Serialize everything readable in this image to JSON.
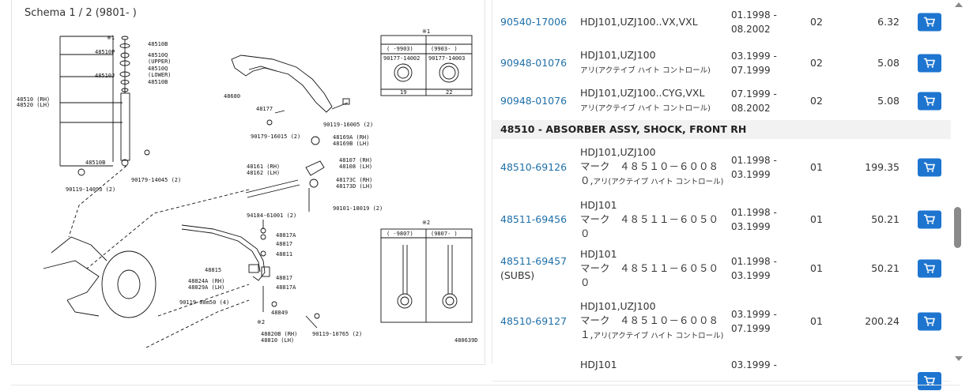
{
  "schema": {
    "title": "Schema 1 / 2 (9801- )",
    "labels": {
      "l48510b_top": "48510B",
      "l48510p": "48510P",
      "l48510q_up": "48510Q",
      "l_upper": "(UPPER)",
      "l48510q_low": "48510Q",
      "l48510j": "48510J",
      "l_lower": "(LOWER)",
      "l48510b_2": "48510B",
      "l48510_rh": "48510 (RH)",
      "l48520_lh": "48520 (LH)",
      "l48510b_bot": "48510B",
      "l90119_14093": "90119-14093 (2)",
      "l90179_14045": "90179-14045 (2)",
      "l48680": "48680",
      "l48177": "48177",
      "l90119_16005": "90119-16005 (2)",
      "l90179_16015": "90179-16015 (2)",
      "l48169a": "48169A (RH)",
      "l48169b": "48169B (LH)",
      "l48161": "48161 (RH)",
      "l48162": "48162 (LH)",
      "l48107": "48107 (RH)",
      "l48108": "48108 (LH)",
      "l48173c": "48173C (RH)",
      "l48173d": "48173D (LH)",
      "l90101_18019": "90101-18019 (2)",
      "l94184": "94184-61001 (2)",
      "l48817a_1": "48817A",
      "l48817_1": "48817",
      "l48811": "48811",
      "l48815": "48815",
      "l48817_2": "48817",
      "l48824a": "48824A (RH)",
      "l48829a": "48829A (LH)",
      "l48817a_2": "48817A",
      "l90119_08m50": "90119-08m50 (4)",
      "l48849": "48849",
      "l90119_10765": "90119-10765 (2)",
      "l48820b": "48820B (RH)",
      "l48810": "48810 (LH)",
      "l_note1": "※1",
      "l_note1b": "※1",
      "l_note2": "※2",
      "l_note2b": "※2",
      "l_b1_h1": "( -9903)",
      "l_b1_h2": "(9903- )",
      "l_b1_p1": "90177-14002",
      "l_b1_p2": "90177-14003",
      "l_b1_d1": "19",
      "l_b1_d2": "22",
      "l_b2_h1": "( -9807)",
      "l_b2_h2": "(9807- )",
      "code": "480639D"
    }
  },
  "parts": {
    "rows": [
      {
        "type": "part",
        "part_no": "90540-17006",
        "sub": "",
        "desc": [
          "HDJ101,UZJ100..VX,VXL"
        ],
        "jp": "",
        "period": [
          "01.1998 -",
          "08.2002"
        ],
        "qty": "02",
        "price": "6.32"
      },
      {
        "type": "part",
        "part_no": "90948-01076",
        "sub": "",
        "desc": [
          "HDJ101,UZJ100"
        ],
        "jp": "アリ(アクテイブ ハイト コントロール)",
        "period": [
          "03.1999 -",
          "07.1999"
        ],
        "qty": "02",
        "price": "5.08"
      },
      {
        "type": "part",
        "part_no": "90948-01076",
        "sub": "",
        "desc": [
          "HDJ101,UZJ100..CYG,VXL"
        ],
        "jp": "アリ(アクテイブ ハイト コントロール)",
        "period": [
          "07.1999 -",
          "08.2002"
        ],
        "qty": "02",
        "price": "5.08"
      },
      {
        "type": "group",
        "title": "48510 - ABSORBER ASSY, SHOCK, FRONT RH"
      },
      {
        "type": "part",
        "part_no": "48510-69126",
        "sub": "",
        "desc": [
          "HDJ101,UZJ100",
          "マーク　４８５１０－６００８",
          "０,"
        ],
        "jp": "アリ(アクテイブ ハイト コントロール)",
        "period": [
          "01.1998 -",
          "03.1999"
        ],
        "qty": "01",
        "price": "199.35"
      },
      {
        "type": "part",
        "part_no": "48511-69456",
        "sub": "",
        "desc": [
          "HDJ101",
          "マーク　４８５１１－６０５０",
          "０"
        ],
        "jp": "",
        "period": [
          "01.1998 -",
          "03.1999"
        ],
        "qty": "01",
        "price": "50.21"
      },
      {
        "type": "part",
        "part_no": "48511-69457",
        "sub": "(SUBS)",
        "desc": [
          "HDJ101",
          "マーク　４８５１１－６０５０",
          "０"
        ],
        "jp": "",
        "period": [
          "01.1998 -",
          "03.1999"
        ],
        "qty": "01",
        "price": "50.21"
      },
      {
        "type": "part",
        "part_no": "48510-69127",
        "sub": "",
        "desc": [
          "HDJ101,UZJ100",
          "マーク　４８５１０－６００８",
          "１,"
        ],
        "jp": "アリ(アクテイブ ハイト コントロール)",
        "period": [
          "03.1999 -",
          "07.1999"
        ],
        "qty": "01",
        "price": "200.24"
      },
      {
        "type": "part",
        "part_no": "",
        "sub": "",
        "desc": [
          "HDJ101"
        ],
        "jp": "",
        "period": [
          "03.1999 -",
          ""
        ],
        "qty": "",
        "price": ""
      }
    ]
  },
  "icons": {
    "cart": "shopping-cart-icon",
    "scroll_up": "scroll-up-arrow-icon",
    "scroll_down": "scroll-down-arrow-icon"
  },
  "colors": {
    "link": "#1f6fa8",
    "cart_button": "#1e75d0",
    "group_bg": "#f2f2f2"
  }
}
